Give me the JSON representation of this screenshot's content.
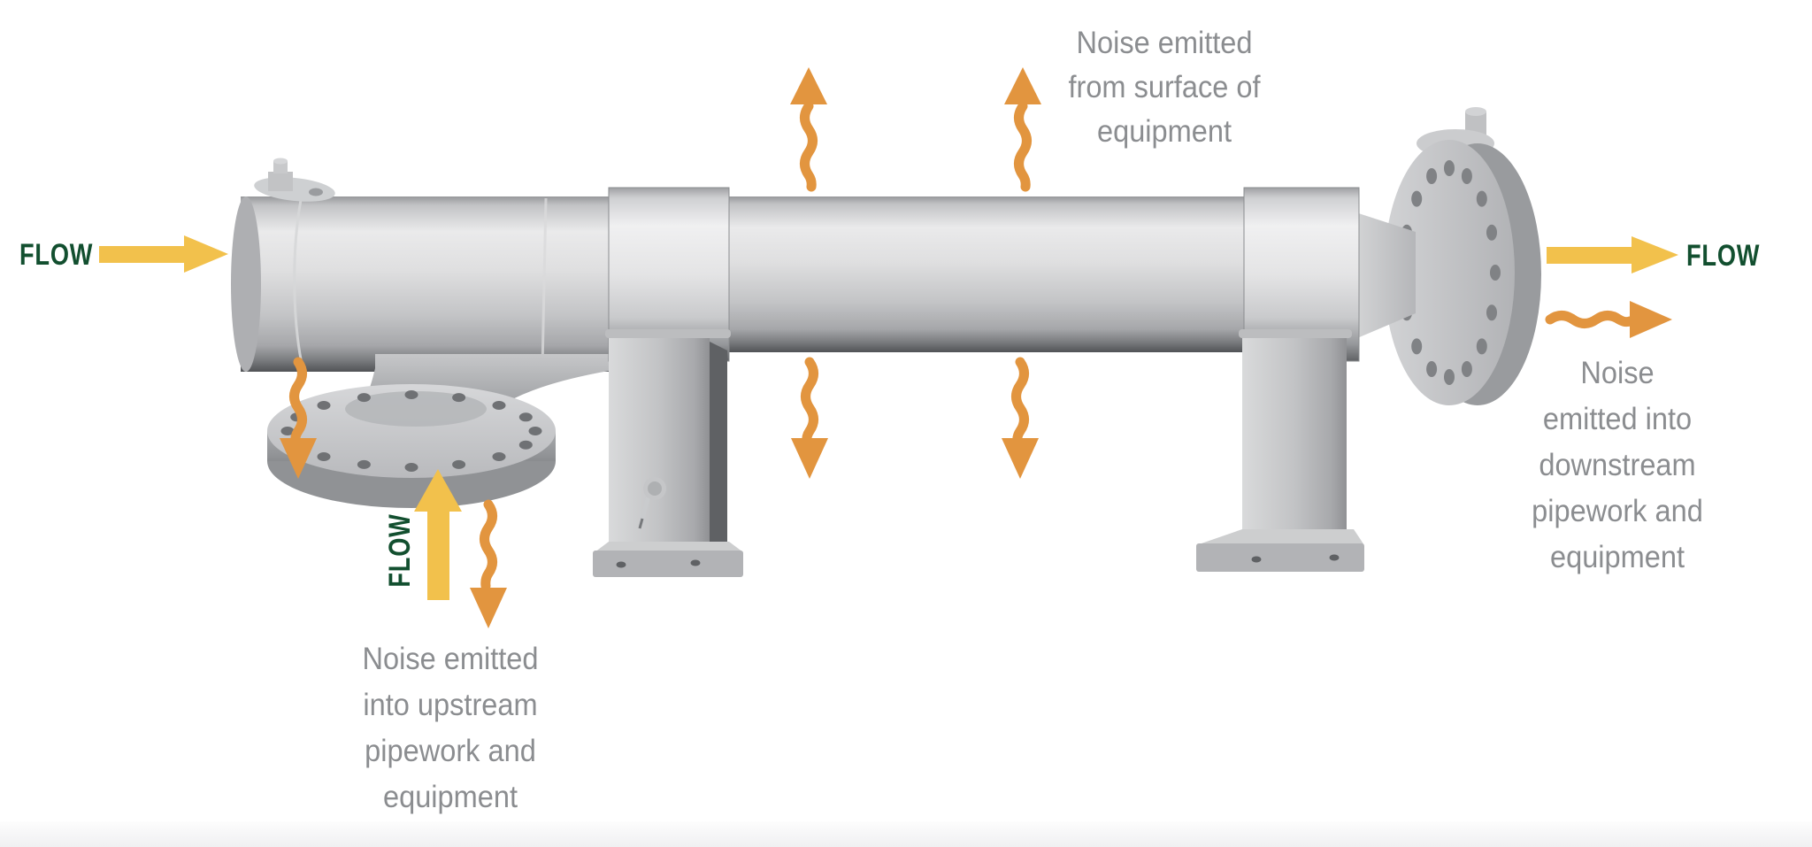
{
  "labels": {
    "flow_left": "FLOW",
    "flow_right": "FLOW",
    "flow_bottom": "FLOW",
    "noise_surface": "Noise emitted\nfrom surface of\nequipment",
    "noise_upstream": "Noise emitted\ninto upstream\npipework and\nequipment",
    "noise_downstream": "Noise\nemitted into\ndownstream\npipework and\nequipment"
  },
  "colors": {
    "flow_green": "#124f2f",
    "arrow_yellow": "#f2c14c",
    "arrow_orange": "#e2953f",
    "label_gray": "#8b8d90"
  }
}
